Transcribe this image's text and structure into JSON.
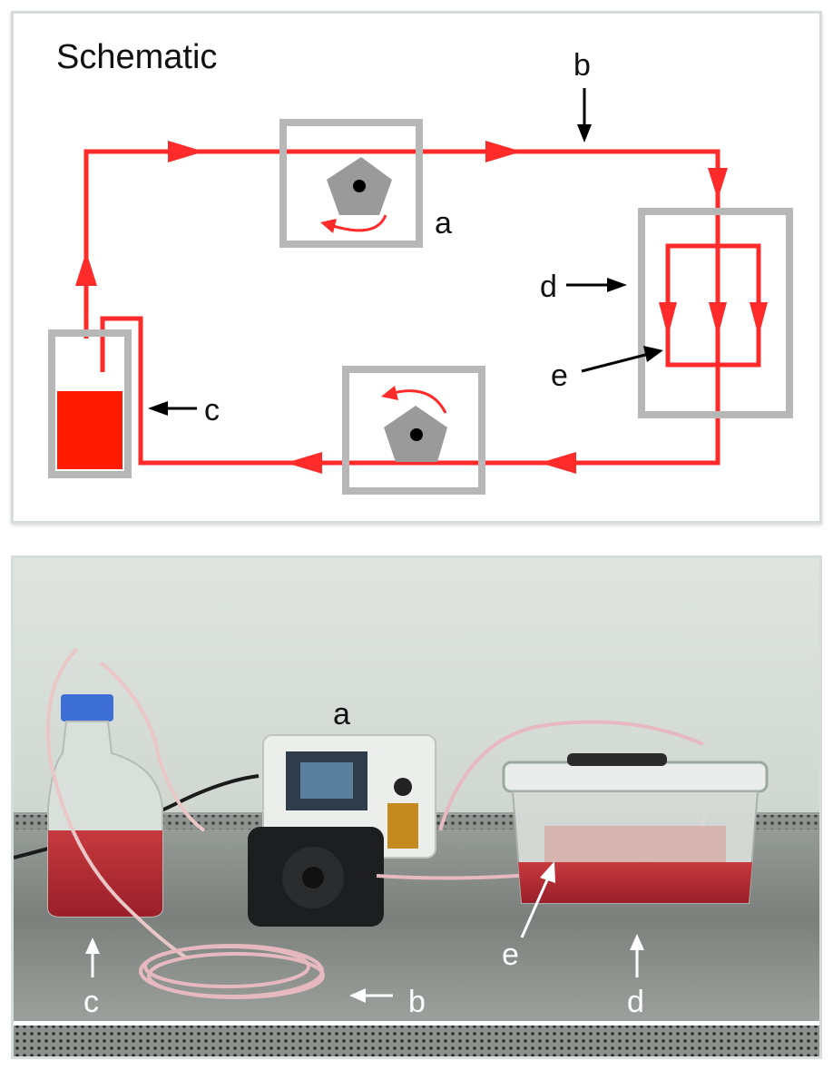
{
  "schematic": {
    "title": "Schematic",
    "labels": {
      "a": "a",
      "b": "b",
      "c": "c",
      "d": "d",
      "e": "e"
    }
  },
  "photo": {
    "labels": {
      "a": "a",
      "b": "b",
      "c": "c",
      "d": "d",
      "e": "e"
    }
  },
  "colors": {
    "flow_line": "#ff2a2a",
    "component_frame": "#b7b7b7",
    "pump_rotor": "#9a9a9a",
    "medium": "#ff1a00"
  }
}
